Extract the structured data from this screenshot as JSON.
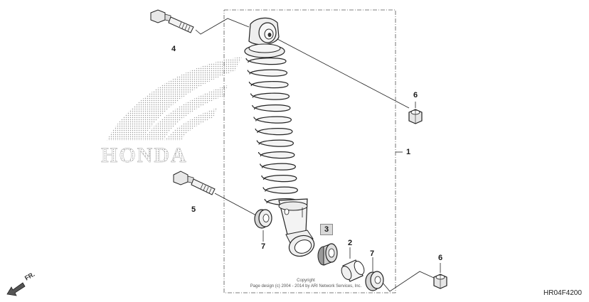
{
  "callouts": {
    "c1": "1",
    "c2": "2",
    "c3": "3",
    "c4": "4",
    "c5": "5",
    "c6a": "6",
    "c6b": "6",
    "c7a": "7",
    "c7b": "7"
  },
  "copyright": {
    "line1": "Copyright",
    "line2": "Page design (c) 2004 - 2014 by ARI Network Services, Inc."
  },
  "diagram_code": "HR04F4200",
  "direction_label": "FR.",
  "logo_text": "HONDA",
  "colors": {
    "line": "#222222",
    "part_fill": "#e8e8e8",
    "logo_dots": "#9a9a9a",
    "highlight_box": "#d9d9d9"
  }
}
